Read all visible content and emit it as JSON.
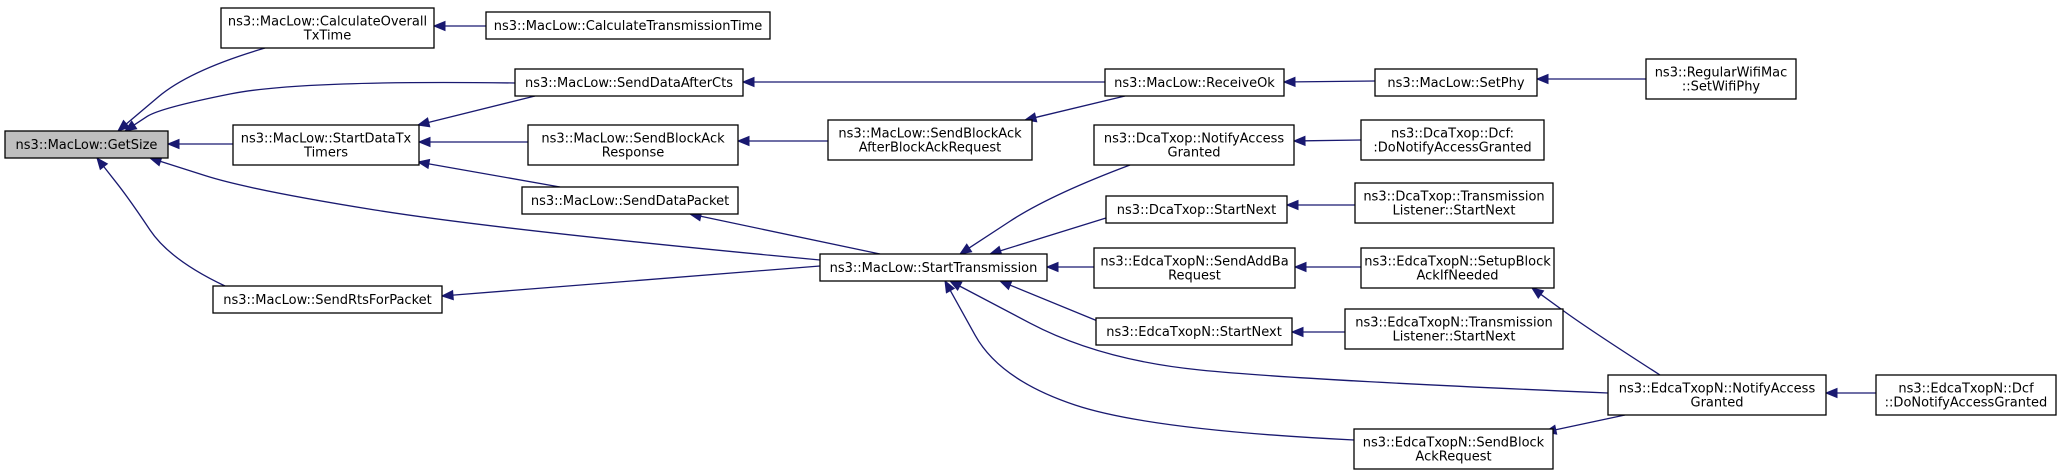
{
  "colors": {
    "edge": "#191970",
    "node_fill": "#ffffff",
    "focus_fill": "#bfbfbf",
    "node_border": "#000000"
  },
  "nodes": [
    {
      "id": "getsize",
      "lines": [
        "ns3::MacLow::GetSize"
      ],
      "focus": true
    },
    {
      "id": "calcoverall",
      "lines": [
        "ns3::MacLow::CalculateOverall",
        "TxTime"
      ]
    },
    {
      "id": "calctx",
      "lines": [
        "ns3::MacLow::CalculateTransmissionTime"
      ]
    },
    {
      "id": "senddataaftercts",
      "lines": [
        "ns3::MacLow::SendDataAfterCts"
      ]
    },
    {
      "id": "receiveok",
      "lines": [
        "ns3::MacLow::ReceiveOk"
      ]
    },
    {
      "id": "setphy",
      "lines": [
        "ns3::MacLow::SetPhy"
      ]
    },
    {
      "id": "regularwifimac",
      "lines": [
        "ns3::RegularWifiMac",
        "::SetWifiPhy"
      ]
    },
    {
      "id": "startdatatx",
      "lines": [
        "ns3::MacLow::StartDataTx",
        "Timers"
      ]
    },
    {
      "id": "sendblockackresp",
      "lines": [
        "ns3::MacLow::SendBlockAck",
        "Response"
      ]
    },
    {
      "id": "sendblockackafter",
      "lines": [
        "ns3::MacLow::SendBlockAck",
        "AfterBlockAckRequest"
      ]
    },
    {
      "id": "dcanotify",
      "lines": [
        "ns3::DcaTxop::NotifyAccess",
        "Granted"
      ]
    },
    {
      "id": "dcadcf",
      "lines": [
        "ns3::DcaTxop::Dcf:",
        ":DoNotifyAccessGranted"
      ]
    },
    {
      "id": "senddatapacket",
      "lines": [
        "ns3::MacLow::SendDataPacket"
      ]
    },
    {
      "id": "dcastartnext",
      "lines": [
        "ns3::DcaTxop::StartNext"
      ]
    },
    {
      "id": "dcatranslistener",
      "lines": [
        "ns3::DcaTxop::Transmission",
        "Listener::StartNext"
      ]
    },
    {
      "id": "sendrts",
      "lines": [
        "ns3::MacLow::SendRtsForPacket"
      ]
    },
    {
      "id": "starttransmission",
      "lines": [
        "ns3::MacLow::StartTransmission"
      ]
    },
    {
      "id": "edcasendaddba",
      "lines": [
        "ns3::EdcaTxopN::SendAddBa",
        "Request"
      ]
    },
    {
      "id": "edcasetupblock",
      "lines": [
        "ns3::EdcaTxopN::SetupBlock",
        "AckIfNeeded"
      ]
    },
    {
      "id": "edcastartnext",
      "lines": [
        "ns3::EdcaTxopN::StartNext"
      ]
    },
    {
      "id": "edcatranslistener",
      "lines": [
        "ns3::EdcaTxopN::Transmission",
        "Listener::StartNext"
      ]
    },
    {
      "id": "edcanotify",
      "lines": [
        "ns3::EdcaTxopN::NotifyAccess",
        "Granted"
      ]
    },
    {
      "id": "edcadcf",
      "lines": [
        "ns3::EdcaTxopN::Dcf",
        "::DoNotifyAccessGranted"
      ]
    },
    {
      "id": "edcasendblockack",
      "lines": [
        "ns3::EdcaTxopN::SendBlock",
        "AckRequest"
      ]
    }
  ],
  "edges": [
    {
      "from": "calcoverall",
      "to": "getsize"
    },
    {
      "from": "senddataaftercts",
      "to": "getsize"
    },
    {
      "from": "startdatatx",
      "to": "getsize"
    },
    {
      "from": "starttransmission",
      "to": "getsize"
    },
    {
      "from": "sendrts",
      "to": "getsize"
    },
    {
      "from": "calctx",
      "to": "calcoverall"
    },
    {
      "from": "receiveok",
      "to": "senddataaftercts"
    },
    {
      "from": "setphy",
      "to": "receiveok"
    },
    {
      "from": "regularwifimac",
      "to": "setphy"
    },
    {
      "from": "senddataaftercts",
      "to": "startdatatx"
    },
    {
      "from": "sendblockackresp",
      "to": "startdatatx"
    },
    {
      "from": "senddatapacket",
      "to": "startdatatx"
    },
    {
      "from": "sendblockackafter",
      "to": "sendblockackresp"
    },
    {
      "from": "receiveok",
      "to": "sendblockackafter"
    },
    {
      "from": "starttransmission",
      "to": "senddatapacket"
    },
    {
      "from": "starttransmission",
      "to": "sendrts"
    },
    {
      "from": "dcanotify",
      "to": "starttransmission"
    },
    {
      "from": "dcastartnext",
      "to": "starttransmission"
    },
    {
      "from": "edcasendaddba",
      "to": "starttransmission"
    },
    {
      "from": "edcastartnext",
      "to": "starttransmission"
    },
    {
      "from": "edcanotify",
      "to": "starttransmission"
    },
    {
      "from": "edcasendblockack",
      "to": "starttransmission"
    },
    {
      "from": "dcadcf",
      "to": "dcanotify"
    },
    {
      "from": "dcatranslistener",
      "to": "dcastartnext"
    },
    {
      "from": "edcasetupblock",
      "to": "edcasendaddba"
    },
    {
      "from": "edcanotify",
      "to": "edcasetupblock"
    },
    {
      "from": "edcatranslistener",
      "to": "edcastartnext"
    },
    {
      "from": "edcadcf",
      "to": "edcanotify"
    },
    {
      "from": "edcanotify",
      "to": "edcasendblockack"
    }
  ]
}
